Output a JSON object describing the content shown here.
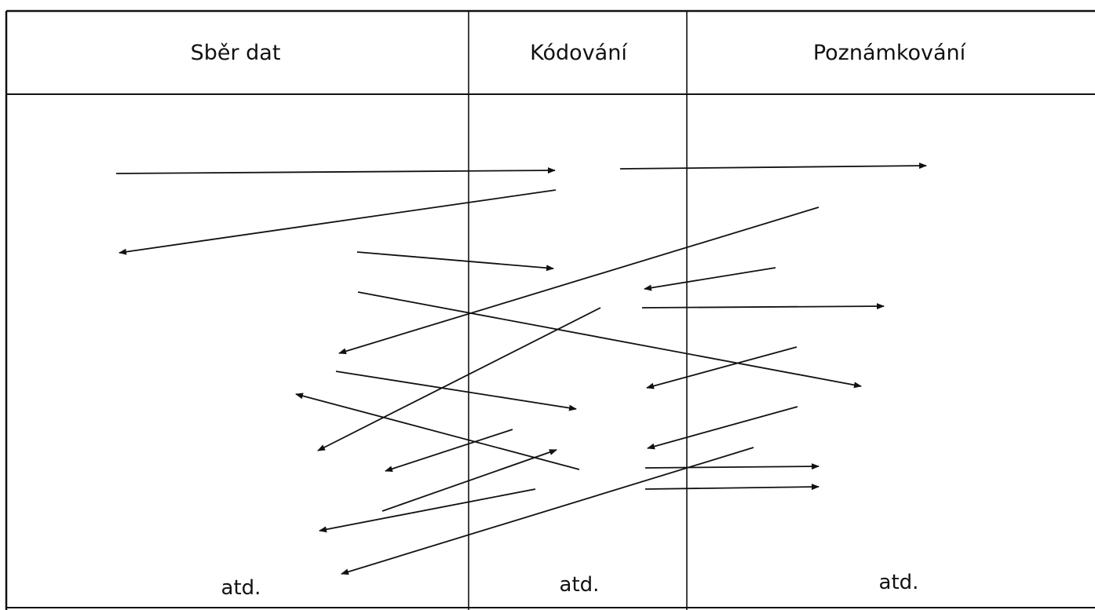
{
  "columns": [
    {
      "title": "Sběr dat",
      "footer": "atd."
    },
    {
      "title": "Kódování",
      "footer": "atd."
    },
    {
      "title": "Poznámkování",
      "footer": "atd."
    }
  ],
  "colors": {
    "line": "#111111",
    "background": "#ffffff"
  }
}
